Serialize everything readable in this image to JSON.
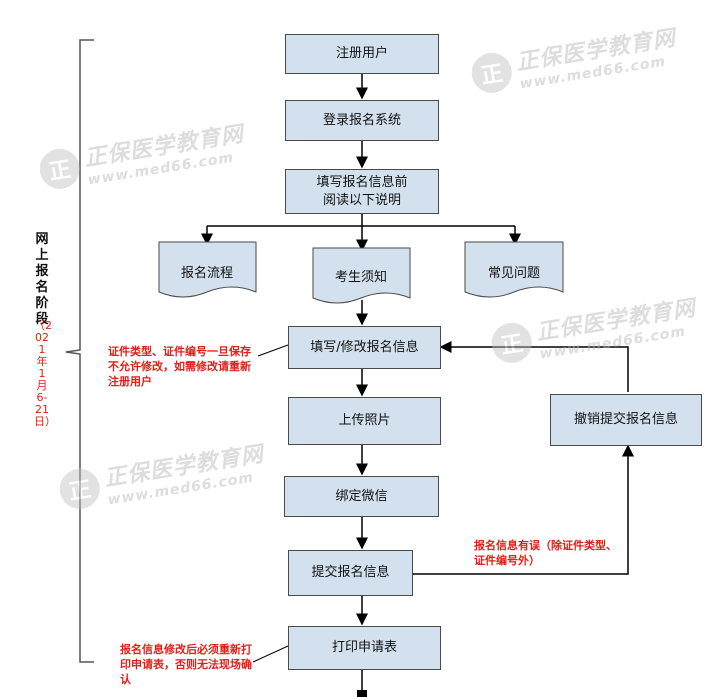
{
  "side": {
    "label": "网上报名阶段",
    "date": "（2021年1月6-21日）"
  },
  "steps": {
    "register": "注册用户",
    "login": "登录报名系统",
    "read_before_fill": "填写报名信息前阅读以下说明",
    "fill_modify": "填写/修改报名信息",
    "upload_photo": "上传照片",
    "bind_wechat": "绑定微信",
    "submit": "提交报名信息",
    "print": "打印申请表",
    "revoke": "撤销提交报名信息"
  },
  "docs": {
    "process": "报名流程",
    "notice": "考生须知",
    "faq": "常见问题"
  },
  "notes": {
    "id_note": "证件类型、证件编号一旦保存不允许修改，如需修改请重新注册用户",
    "error_note": "报名信息有误（除证件类型、证件编号外）",
    "print_note": "报名信息修改后必须重新打印申请表，否则无法现场确认"
  },
  "watermark": {
    "logo": "正",
    "name": "正保医学教育网",
    "url": "www.med66.com"
  },
  "colors": {
    "box_fill": "#d3e0ee",
    "note_red": "#e0201a"
  }
}
